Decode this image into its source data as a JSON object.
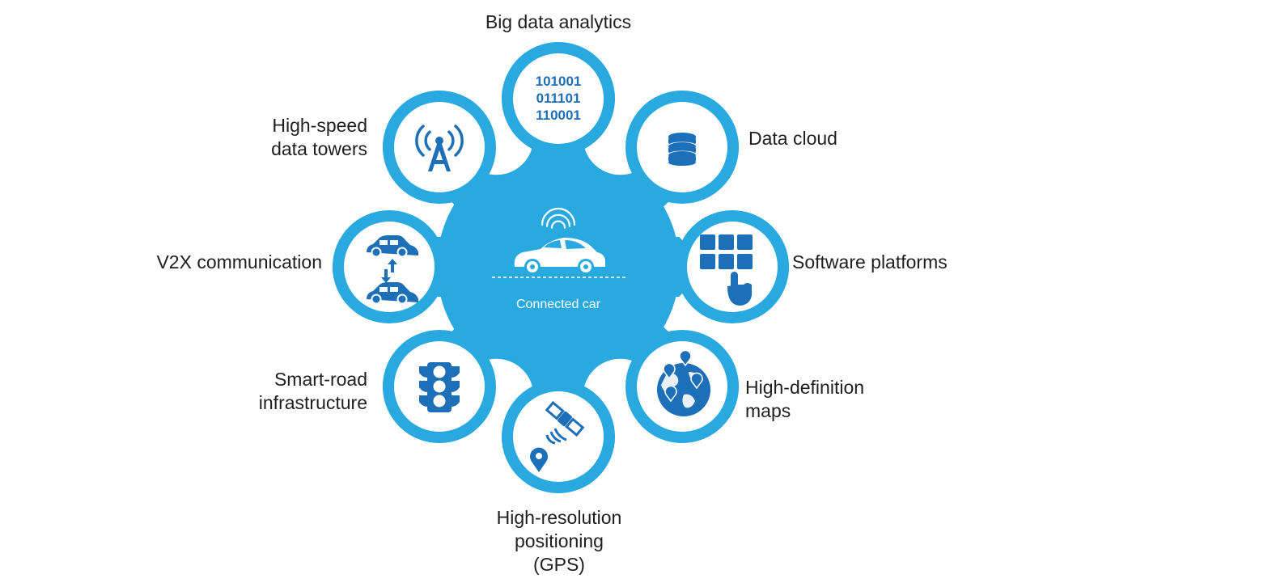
{
  "center": {
    "label": "Connected car"
  },
  "nodes": [
    {
      "id": "big-data",
      "icon": "binary-data-icon",
      "label_lines": [
        "Big data analytics"
      ],
      "binary_lines": [
        "101001",
        "011101",
        "110001"
      ]
    },
    {
      "id": "data-cloud",
      "icon": "database-icon",
      "label_lines": [
        "Data cloud"
      ]
    },
    {
      "id": "software",
      "icon": "app-grid-touch-icon",
      "label_lines": [
        "Software platforms"
      ]
    },
    {
      "id": "hd-maps",
      "icon": "globe-map-pins-icon",
      "label_lines": [
        "High-definition",
        "maps"
      ]
    },
    {
      "id": "gps",
      "icon": "satellite-pin-icon",
      "label_lines": [
        "High-resolution",
        "positioning",
        "(GPS)"
      ]
    },
    {
      "id": "smart-road",
      "icon": "traffic-light-icon",
      "label_lines": [
        "Smart-road",
        "infrastructure"
      ]
    },
    {
      "id": "v2x",
      "icon": "cars-exchange-icon",
      "label_lines": [
        "V2X communication"
      ]
    },
    {
      "id": "towers",
      "icon": "radio-tower-icon",
      "label_lines": [
        "High-speed",
        "data towers"
      ]
    }
  ],
  "colors": {
    "ring": "#2aa9e0",
    "icon": "#1d6fb8",
    "white": "#ffffff",
    "text": "#1f1f1f"
  }
}
